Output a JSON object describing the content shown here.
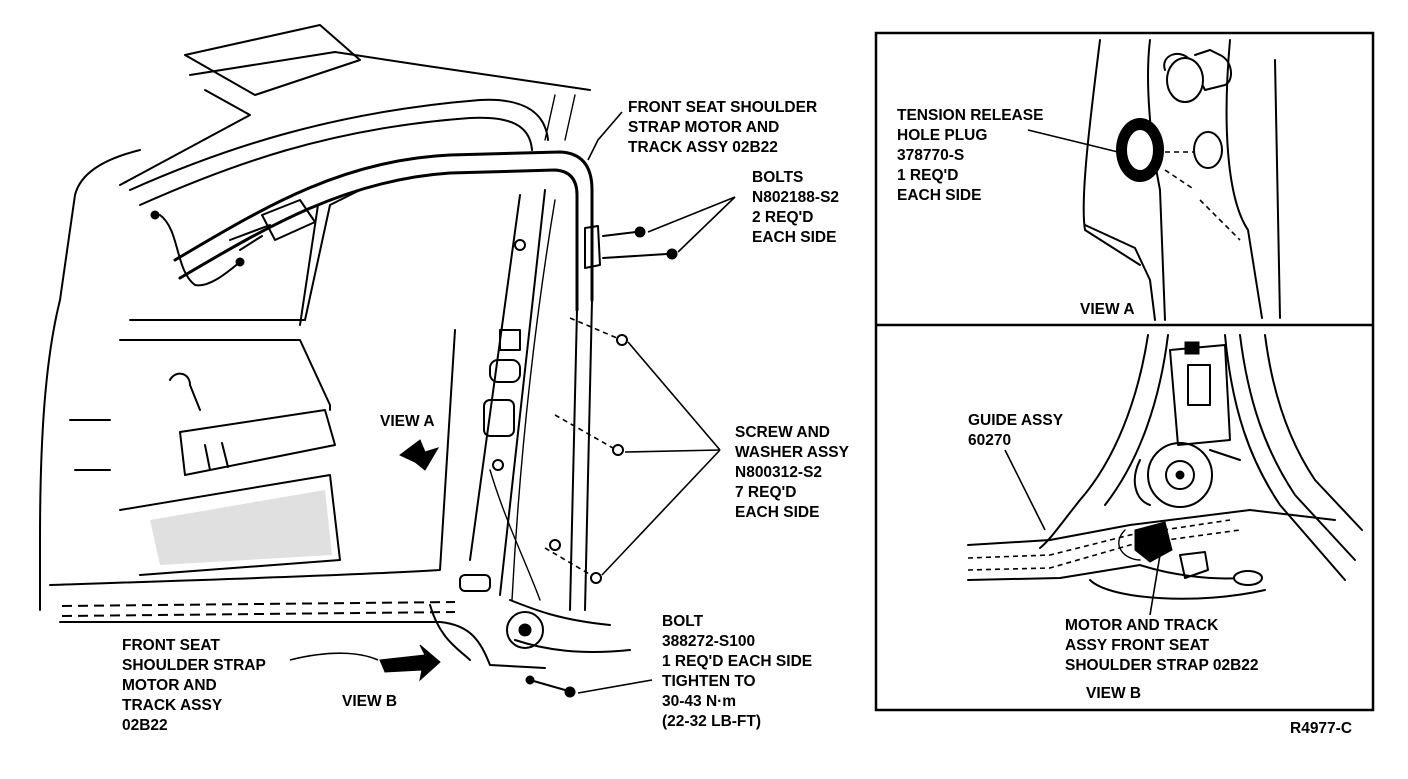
{
  "callouts": {
    "front_seat_top": [
      "FRONT SEAT SHOULDER",
      "STRAP MOTOR AND",
      "TRACK ASSY 02B22"
    ],
    "bolts": [
      "BOLTS",
      "N802188-S2",
      "2 REQ'D",
      "EACH SIDE"
    ],
    "screw_washer": [
      "SCREW AND",
      "WASHER ASSY",
      "N800312-S2",
      "7 REQ'D",
      "EACH SIDE"
    ],
    "bolt_bottom": [
      "BOLT",
      "388272-S100",
      "1 REQ'D EACH SIDE",
      "TIGHTEN TO",
      "30-43 N·m",
      "(22-32 LB-FT)"
    ],
    "front_seat_bottom": [
      "FRONT SEAT",
      "SHOULDER STRAP",
      "MOTOR AND",
      "TRACK ASSY",
      "02B22"
    ],
    "view_a_main": "VIEW A",
    "view_b_main": "VIEW B"
  },
  "inset_a": {
    "callout": [
      "TENSION RELEASE",
      "HOLE PLUG",
      "378770-S",
      "1 REQ'D",
      "EACH SIDE"
    ],
    "caption": "VIEW A"
  },
  "inset_b": {
    "guide": [
      "GUIDE ASSY",
      "60270"
    ],
    "motor": [
      "MOTOR AND TRACK",
      "ASSY FRONT SEAT",
      "SHOULDER STRAP 02B22"
    ],
    "caption": "VIEW B"
  },
  "figure_id": "R4977-C"
}
